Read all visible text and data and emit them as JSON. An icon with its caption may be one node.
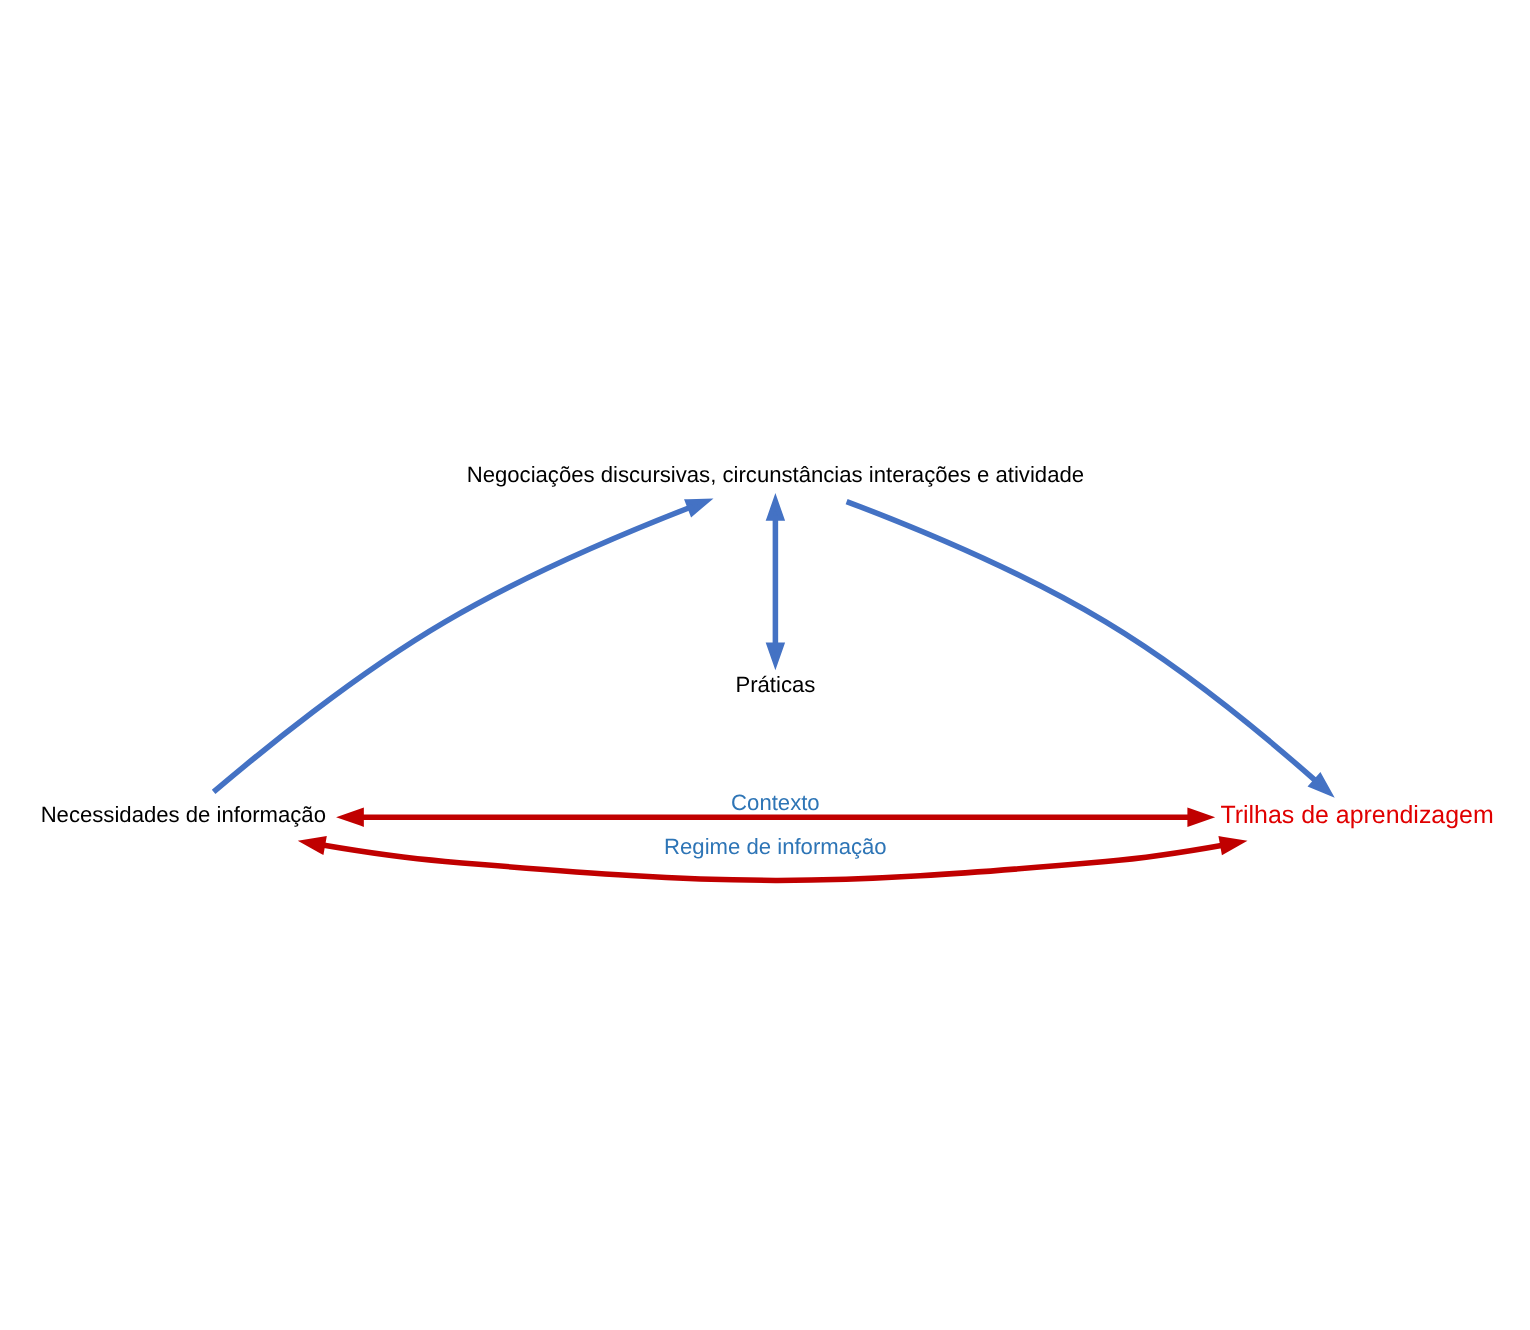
{
  "diagram": {
    "nodes": [
      {
        "text": [
          "Necessidades de informação"
        ]
      },
      {
        "text": [
          "Negociações discursivas, circunstâncias interações e atividade"
        ]
      },
      {
        "text": [
          "Trilhas de aprendizagem"
        ]
      },
      {
        "text": [
          "Práticas"
        ]
      }
    ],
    "edges": [
      {
        "from": 0,
        "to": 2,
        "arrow": "both",
        "label": "Contexto",
        "color": "#c00000"
      },
      {
        "from": 0,
        "to": 1,
        "arrow": "to"
      },
      {
        "from": 1,
        "to": 2,
        "arrow": "to"
      },
      {
        "from": 1,
        "to": 3,
        "arrow": "both"
      },
      {
        "from": 0,
        "to": 2,
        "arrow": "both",
        "label": "Regime de informação",
        "color": "#c00000"
      }
    ]
  }
}
